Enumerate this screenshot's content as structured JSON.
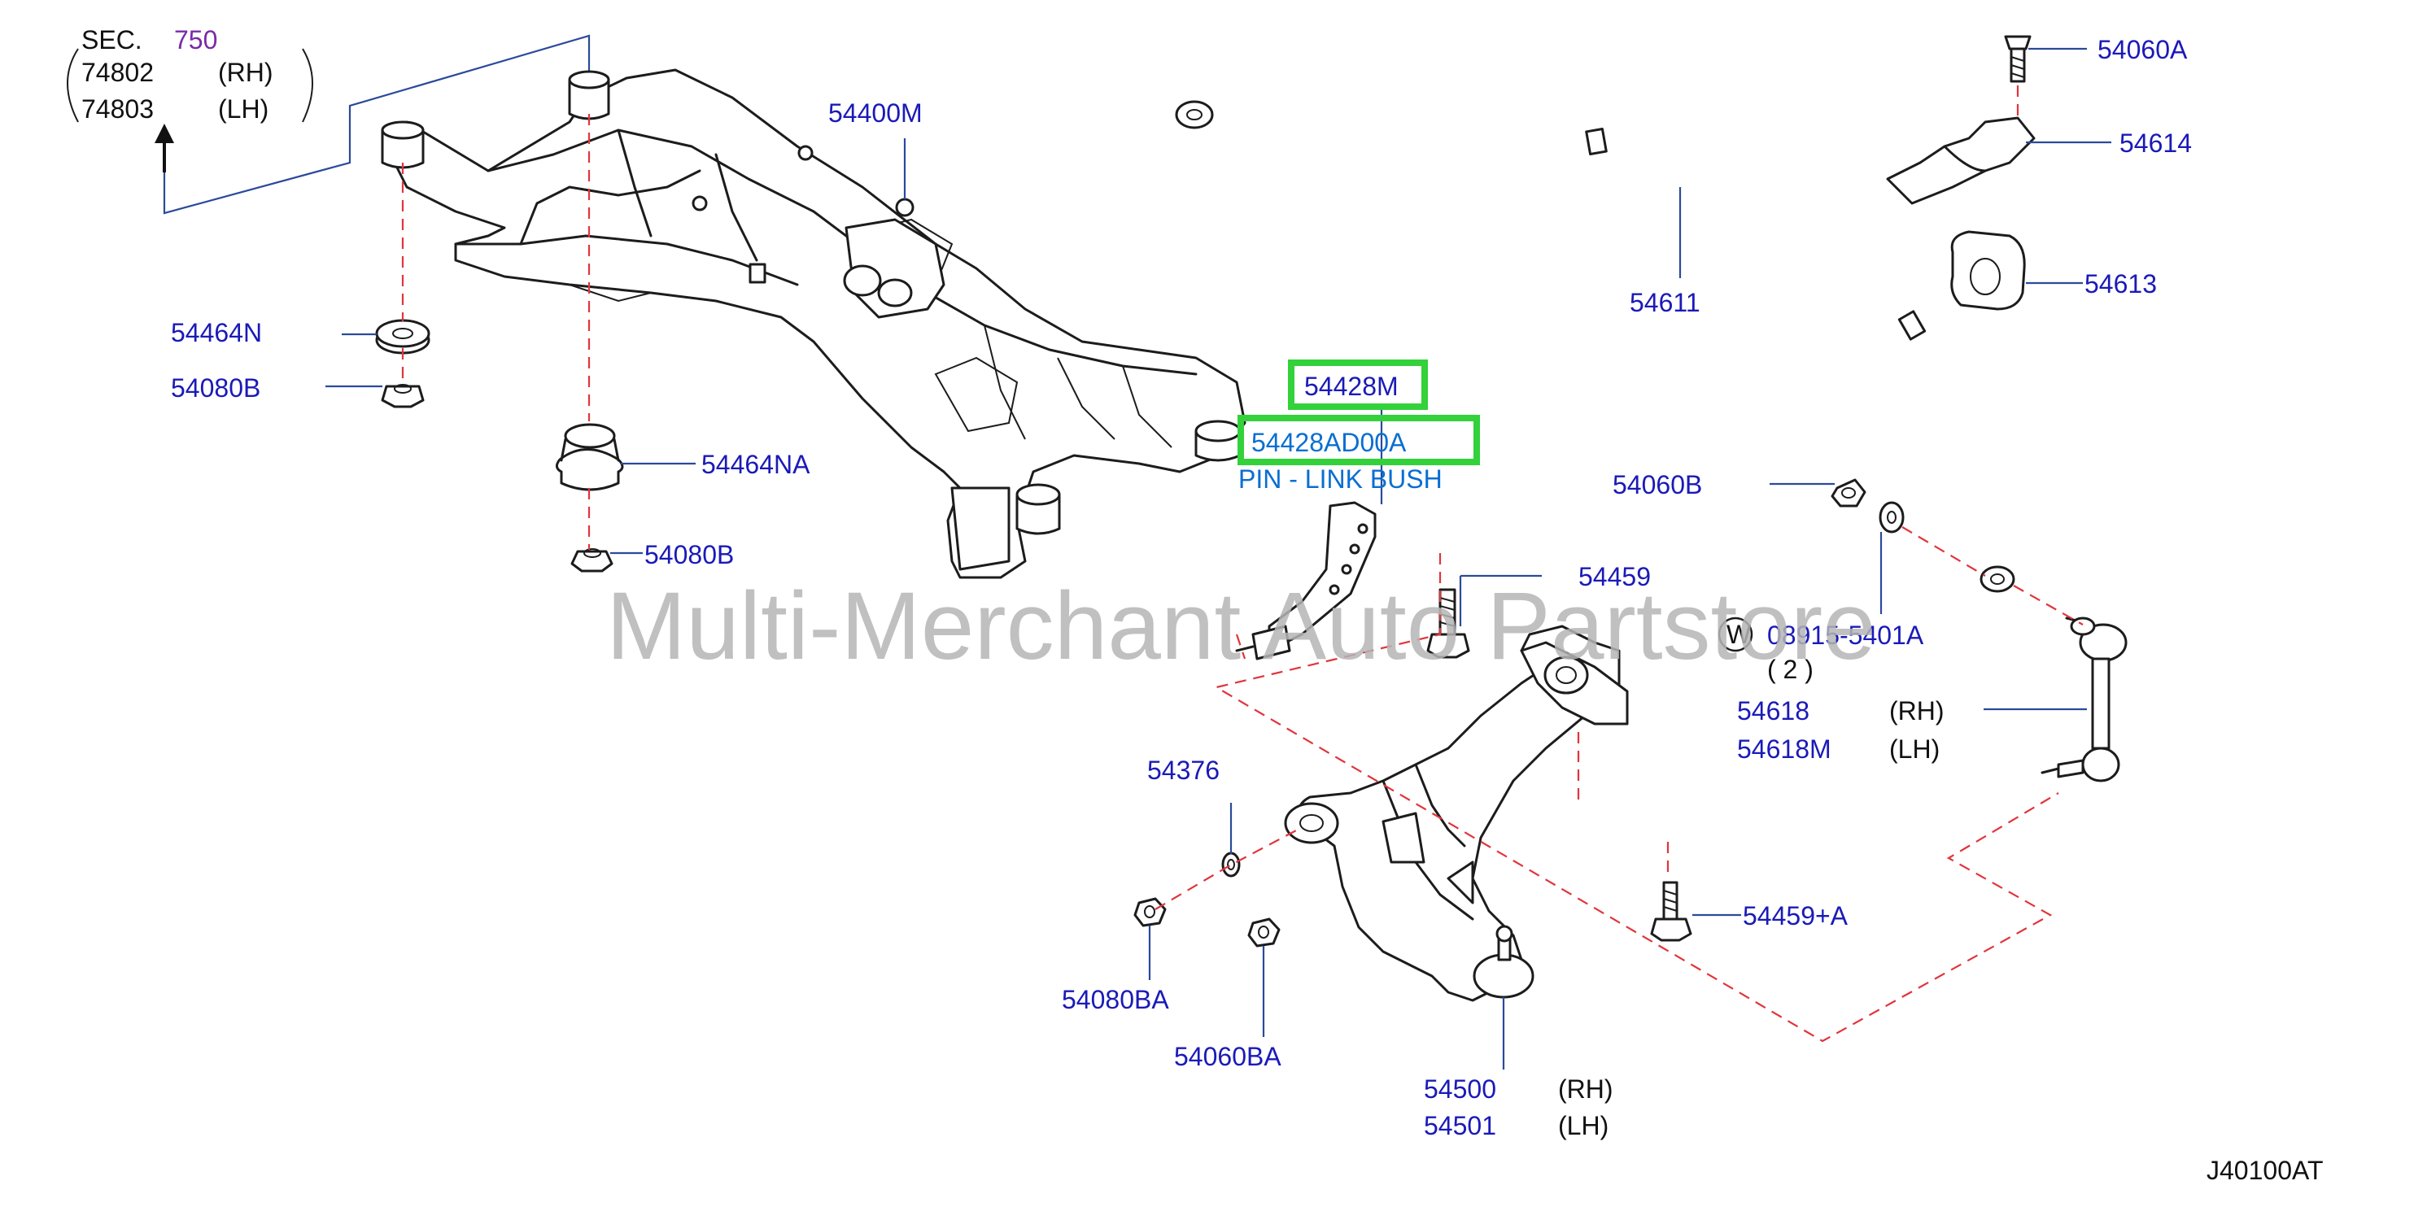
{
  "section": {
    "prefix": "SEC.",
    "number": "750",
    "rh_code": "74802",
    "rh_side": "(RH)",
    "lh_code": "74803",
    "lh_side": "(LH)"
  },
  "labels": {
    "p54400M": "54400M",
    "p54464N": "54464N",
    "p54080B_1": "54080B",
    "p54464NA": "54464NA",
    "p54080B_2": "54080B",
    "p54428M": "54428M",
    "p54428AD00A": "54428AD00A",
    "pin_link_bush": "PIN - LINK BUSH",
    "p54060A": "54060A",
    "p54614": "54614",
    "p54613": "54613",
    "p54611": "54611",
    "p54060B": "54060B",
    "p54459": "54459",
    "washer_symbol": "W",
    "p08915": "08915-5401A",
    "qty_08915": "( 2 )",
    "p54618": "54618",
    "p54618_side": "(RH)",
    "p54618M": "54618M",
    "p54618M_side": "(LH)",
    "p54376": "54376",
    "p54459A": "54459+A",
    "p54080BA": "54080BA",
    "p54060BA": "54060BA",
    "p54500": "54500",
    "p54500_side": "(RH)",
    "p54501": "54501",
    "p54501_side": "(LH)",
    "diagram_code": "J40100AT"
  },
  "watermark": "Multi-Merchant Auto Partstore",
  "colors": {
    "part_number": "#1a1ab8",
    "section_number": "#7a2aa8",
    "highlighted_text": "#0a6ed1",
    "highlight_box": "#33d13a",
    "dashed_line": "#e0353b",
    "watermark": "#b5b5b5"
  }
}
